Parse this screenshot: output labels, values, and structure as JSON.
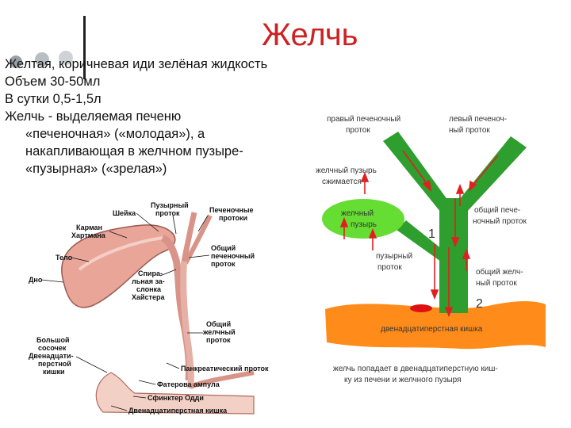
{
  "title": "Желчь",
  "bullets": [
    "Желтая, коричневая иди зелёная жидкость",
    "Объем 30-50мл",
    "В сутки 0,5-1,5л",
    "Желчь - выделяемая печеню",
    "«печеночная» («молодая»), а",
    "накапливающая в желчном пузыре-",
    "«пузырная» («зрелая»)"
  ],
  "left_diagram": {
    "labels": {
      "shejka": "Шейка",
      "karman1": "Карман",
      "karman2": "Хартмана",
      "telo": "Тело",
      "dno": "Дно",
      "puz1": "Пузырный",
      "puz2": "проток",
      "pech1": "Печеночные",
      "pech2": "протоки",
      "obsh1": "Общий",
      "obsh2": "печеночный",
      "obsh3": "проток",
      "spir1": "Спира-",
      "spir2": "льная за-",
      "spir3": "слонка",
      "spir4": "Хайстера",
      "zhel1": "Общий",
      "zhel2": "желчный",
      "zhel3": "проток",
      "bols1": "Большой",
      "bols2": "сосочек",
      "bols3": "Двенадцати-",
      "bols4": "перстной",
      "bols5": "кишки",
      "pankr": "Панкреатический проток",
      "fater": "Фатерова ампула",
      "oddi": "Сфинктер Одди",
      "dven": "Двенадцатиперстная кишка"
    }
  },
  "right_diagram": {
    "labels": {
      "right1": "правый печеночный",
      "right2": "проток",
      "left1": "левый печеноч-",
      "left2": "ный проток",
      "szh1": "желчный пузырь",
      "szh2": "сжимается",
      "gb1": "желчный",
      "gb2": "пузырь",
      "opp1": "общий пече-",
      "opp2": "ночный проток",
      "puz1": "пузырный",
      "puz2": "проток",
      "ozh1": "общий желч-",
      "ozh2": "ный проток",
      "num1": "1",
      "num2": "2",
      "duod": "двенадцатиперстная кишка",
      "note1": "желчь попадает в двенадцатиперстную киш-",
      "note2": "ку из печени и желчного пузыря"
    },
    "colors": {
      "duct": "#2e9e2e",
      "gallbladder": "#66dd33",
      "duodenum": "#ff8c1a",
      "arrow": "#e02020",
      "papilla": "#dd1111"
    }
  }
}
